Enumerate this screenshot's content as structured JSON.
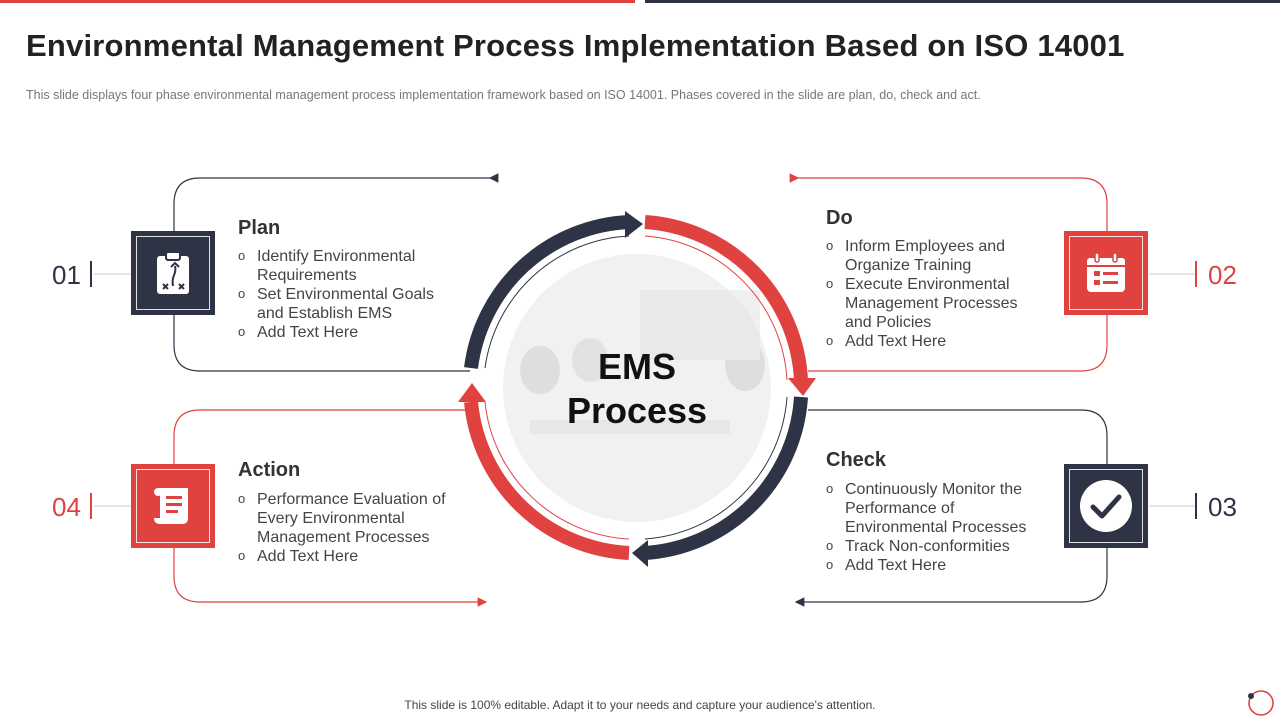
{
  "colors": {
    "red": "#e04240",
    "navy": "#2e3445",
    "line_gray": "#cccccc"
  },
  "header": {
    "title": "Environmental Management Process Implementation Based on ISO 14001",
    "subtitle": "This slide displays four phase environmental  management  process  implementation  framework  based  on ISO  14001.  Phases  covered  in the slide are  plan,  do,  check and  act."
  },
  "center": {
    "line1": "EMS",
    "line2": "Process"
  },
  "phases": {
    "plan": {
      "number": "01",
      "title": "Plan",
      "icon": "clipboard-strategy-icon",
      "bullets": [
        "Identify  Environmental Requirements",
        "Set Environmental  Goals and Establish EMS",
        "Add Text Here"
      ]
    },
    "do": {
      "number": "02",
      "title": "Do",
      "icon": "calendar-icon",
      "bullets": [
        "Inform  Employees and Organize Training",
        "Execute  Environmental Management Processes and Policies",
        "Add Text Here"
      ]
    },
    "check": {
      "number": "03",
      "title": "Check",
      "icon": "checkmark-circle-icon",
      "bullets": [
        "Continuously  Monitor the Performance of Environmental  Processes",
        "Track  Non-conformities",
        "Add Text Here"
      ]
    },
    "action": {
      "number": "04",
      "title": "Action",
      "icon": "scroll-icon",
      "bullets": [
        "Performance Evaluation of Every Environmental Management Processes",
        "Add Text Here"
      ]
    }
  },
  "footer": {
    "note": "This slide is 100% editable. Adapt it to your needs and capture your audience's attention."
  }
}
